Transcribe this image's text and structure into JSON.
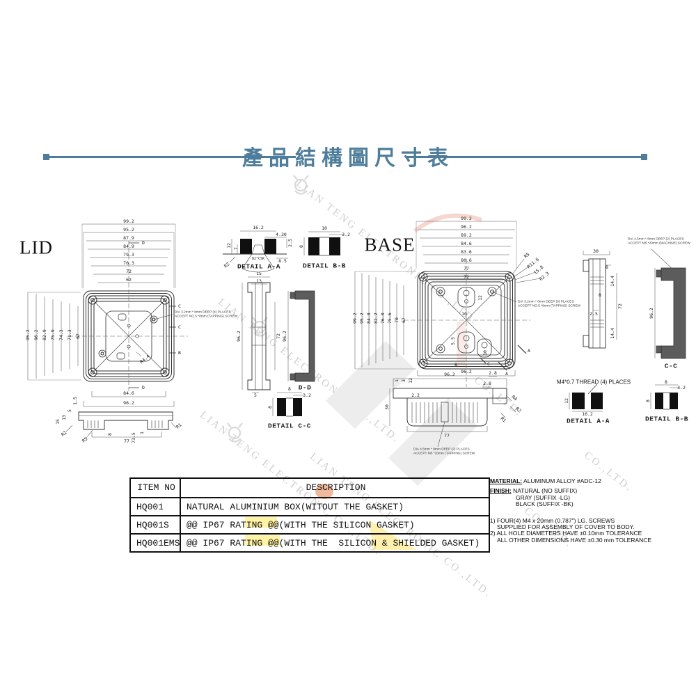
{
  "title": "產品結構圖尺寸表",
  "colors": {
    "accent": "#4d7d9b",
    "highlight": "#ffe84a",
    "line": "#2e2e2e"
  },
  "watermark": {
    "text": "LIAN TENG ELECTRONIC CO.,LTD.",
    "short": "CO.,LTD."
  },
  "lid": {
    "label": "LID",
    "top_dims": [
      "99.2",
      "95.2",
      "87.9",
      "84.9",
      "79.3",
      "76.3",
      "72",
      "62"
    ],
    "left_dims": [
      "95.2",
      "96.2",
      "82.9",
      "75.9",
      "74.3",
      "71.3",
      "67"
    ],
    "front_top_dim": "84.6",
    "front_outer_dim": "96.2",
    "mark_d": "D",
    "mark_c": "C",
    "mark_b": "B",
    "note1": "DIA 3.2mm * 8mm DEEP (4) PLACES",
    "note2": "ACCEPT NO.5 *8mm (TAPPING) SCREW",
    "r_inner": "R4.4",
    "front": {
      "left_dims": [
        "1.5",
        "5",
        "13",
        "15"
      ],
      "bottom_dims": [
        "8",
        "73.5",
        "1"
      ],
      "width_dim": "77",
      "r1": "R2",
      "r2": "R5",
      "r3": "R1"
    },
    "side": {
      "cap": "15",
      "cap2": "13",
      "height": "96.2",
      "inner": "72",
      "thick": "5"
    }
  },
  "details": {
    "aa_lid": {
      "label": "DETAIL A-A",
      "w": "16.2",
      "w2": "4.30",
      "t": "2.5",
      "h": "12",
      "h2": "7",
      "w3": "8.5",
      "r": "R2",
      "csk": "82°CSK"
    },
    "bb_lid": {
      "label": "DETAIL B-B",
      "w": "10",
      "gap": "3.2",
      "h": "8"
    },
    "dd": {
      "label": "D-D",
      "h": "96.2"
    },
    "cc_detail": {
      "label": "DETAIL C-C",
      "w": "8",
      "gap": "3.2",
      "h": "8"
    },
    "cc_section": {
      "label": "C-C",
      "h": "96.2",
      "note1": "DIA 4.5mm * 8mm DEEP (2) PLACES",
      "note2": "ACCEPT M5 *20mm (MACHINE) SCREW"
    },
    "thread_note": "M4*0.7 THREAD (4) PLACES",
    "aa_base": {
      "label": "DETAIL A-A",
      "h": "12",
      "w": "16.2"
    },
    "bb_base": {
      "label": "DETAIL B-B",
      "w": "8",
      "gap": "3.2",
      "h": "8"
    }
  },
  "base": {
    "label": "BASE",
    "top_dims": [
      "99.2",
      "96.2",
      "89.2",
      "84.6",
      "83.6",
      "80.6",
      "77",
      "72"
    ],
    "left_dims": [
      "99.2",
      "95.2",
      "84.8",
      "82.2",
      "76.0",
      "75.6",
      "70",
      "67"
    ],
    "corner_dims": [
      "R5",
      "R11.6",
      "15.8",
      "R2.3"
    ],
    "inner_dims": [
      "12",
      "10",
      "5.5",
      "8",
      "10"
    ],
    "bottom_dim": "96.2",
    "mark_a": "A",
    "mark_c": "C",
    "note1": "DIA 3.2mm * 8mm DEEP (6) PLACES",
    "note2": "ACCEPT NO.5 *8mm (TAPPING) SCREW",
    "side": {
      "w": "30",
      "d1": "8",
      "d2": "14.4",
      "d3": "8",
      "h": "72",
      "d4": "2.5",
      "d5": "14.4"
    },
    "bottom": {
      "w": "96.2",
      "d1": "2.8",
      "d2": "2.8",
      "d3": "2.2",
      "w2": "77",
      "left_dims": [
        "1",
        "3",
        "12"
      ],
      "h": "30",
      "r1": "R4",
      "r2": "R2",
      "r3": "R1",
      "note1": "DIA 4.5mm * 8mm DEEP (2) PLACES",
      "note2": "ACCEPT M5 *20mm (TAPPING) SCREW"
    }
  },
  "table": {
    "headers": [
      "ITEM NO",
      "DESCRIPTION"
    ],
    "rows": [
      {
        "item": "HQ001",
        "desc": "NATURAL ALUMINIUM BOX(WITOUT THE GASKET)"
      },
      {
        "item": "HQ001S",
        "desc": "@@ IP67 RATING @@(WITH THE SILICON GASKET)"
      },
      {
        "item": "HQ001EMS",
        "desc": "@@ IP67 RATING @@(WITH THE  SILICON & SHIELDED GASKET)"
      }
    ]
  },
  "notes": {
    "material_label": "MATERIAL:",
    "material": "ALUMINUM ALLOY #ADC-12",
    "finish_label": "FINISH:",
    "finish": [
      "NATURAL (NO SUFFIX)",
      "GRAY (SUFFIX -LG)",
      "BLACK (SUFFIX -BK)"
    ],
    "items": [
      "1) FOUR(4) M4 x 20mm (0.787\") LG. SCREWS",
      "SUPPLIED FOR ASSEMBLY OF COVER TO BODY.",
      "2) ALL HOLE DIAMETERS HAVE ±0.10mm TOLERANCE",
      "ALL OTHER DIMENSIONS HAVE ±0.30 mm TOLERANCE"
    ]
  }
}
